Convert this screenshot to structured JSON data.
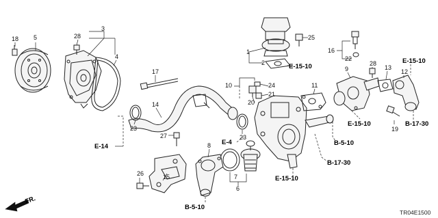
{
  "callouts": [
    "1",
    "2",
    "3",
    "4",
    "5",
    "6",
    "7",
    "8",
    "9",
    "10",
    "11",
    "12",
    "13",
    "14",
    "15",
    "16",
    "17",
    "18",
    "19",
    "20",
    "21",
    "22",
    "23",
    "23",
    "24",
    "25",
    "26",
    "27",
    "28",
    "28"
  ],
  "references": [
    "E-15-10",
    "E-15-10",
    "E-15-10",
    "E-15-10",
    "E-14",
    "E-4",
    "B-5-10",
    "B-5-10",
    "B-17-30",
    "B-17-30"
  ],
  "diagram_code": "TR04E1500",
  "direction_label": "FR."
}
